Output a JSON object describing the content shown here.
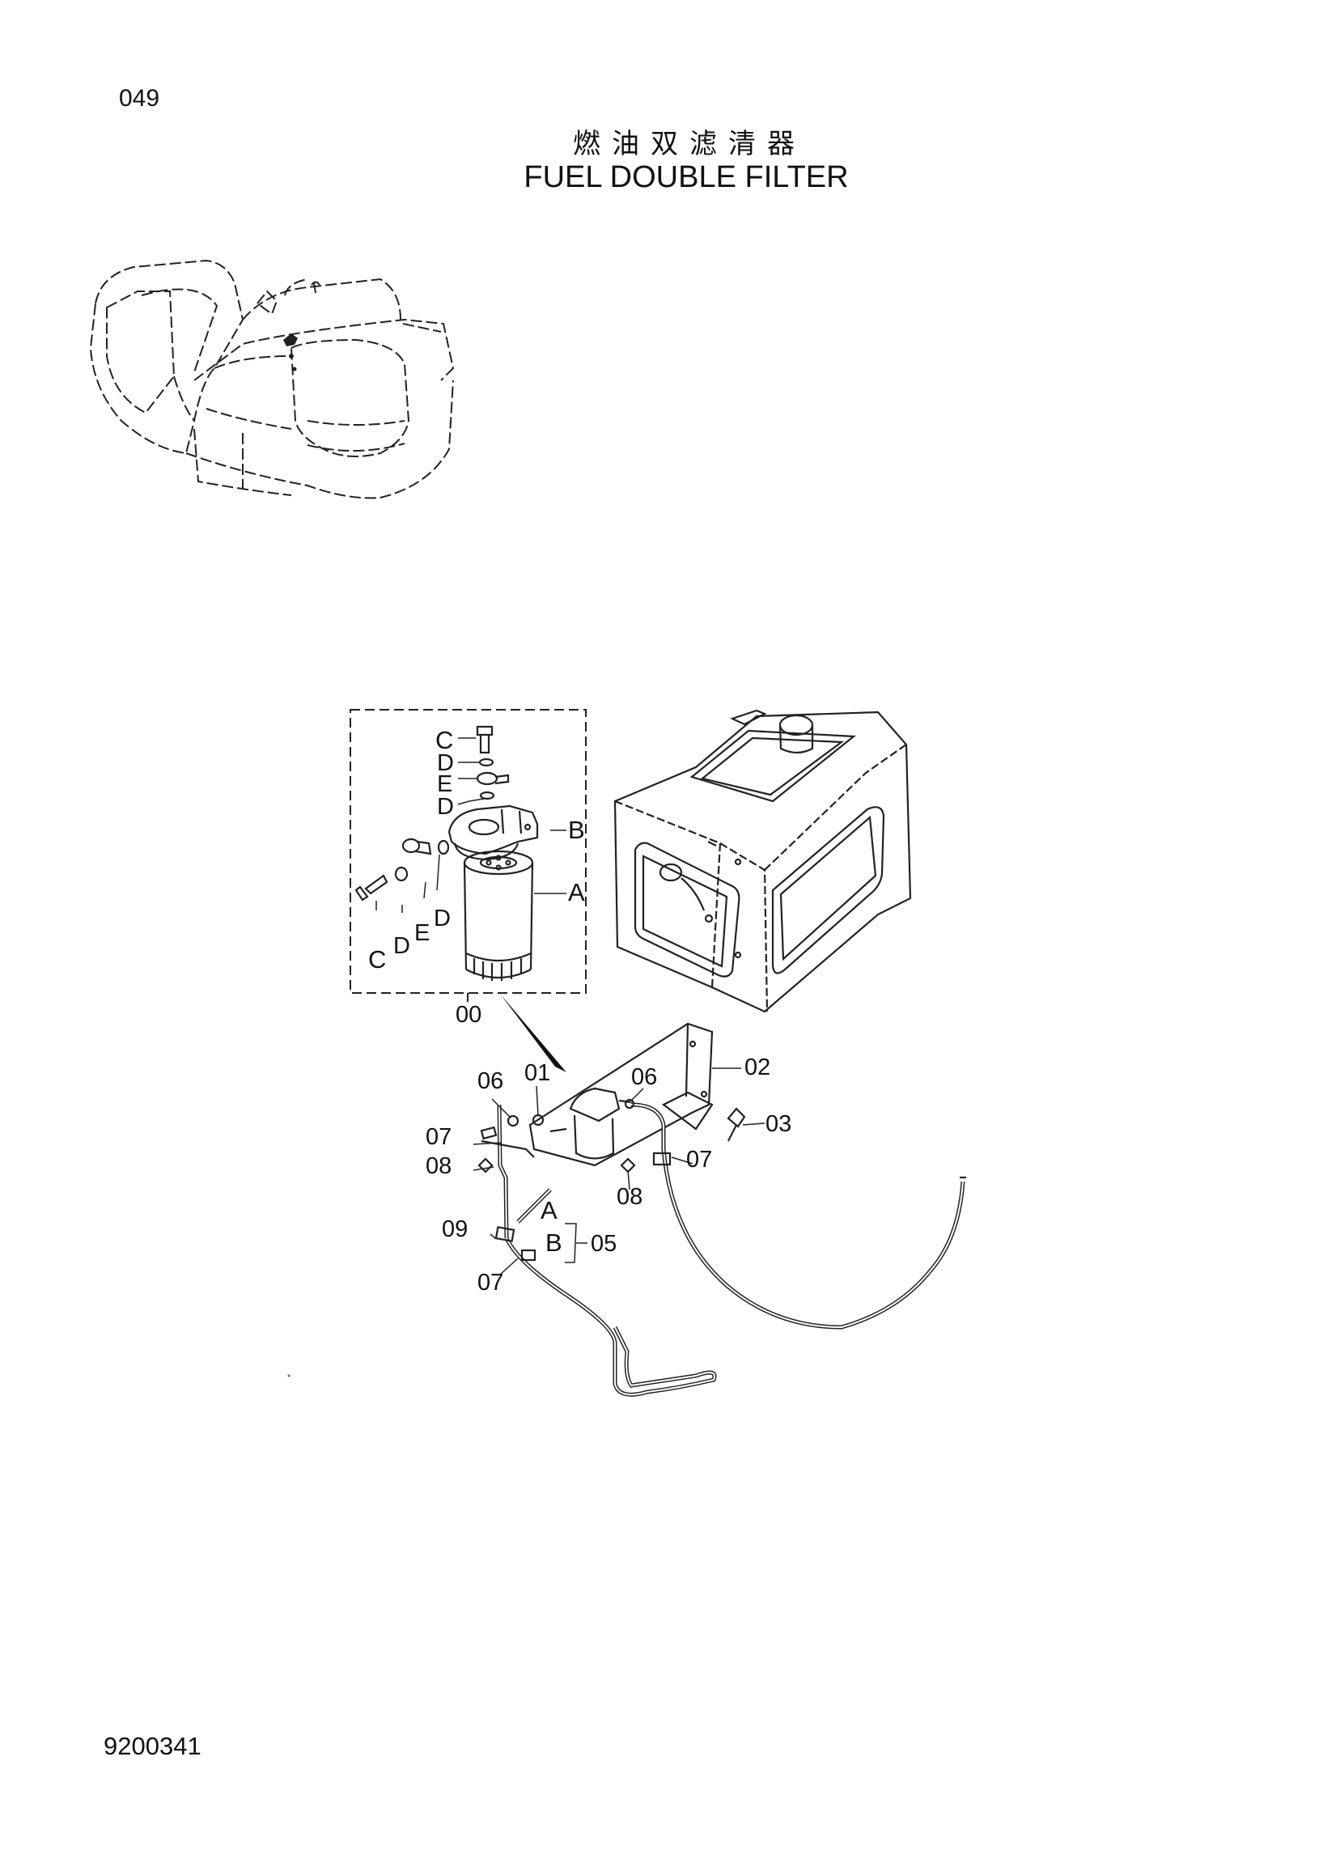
{
  "header": {
    "page_number": "049",
    "title_cn": "燃油双滤清器",
    "title_en": "FUEL DOUBLE FILTER"
  },
  "footer": {
    "document_number": "9200341"
  },
  "callouts": {
    "detail": {
      "c_top": "C",
      "d1": "D",
      "e_top": "E",
      "d2": "D",
      "b": "B",
      "a": "A",
      "c_bottom": "C",
      "d3": "D",
      "e_bottom": "E",
      "d4": "D",
      "assembly": "00"
    },
    "main": {
      "p01": "01",
      "p02": "02",
      "p03": "03",
      "p05": "05",
      "p06_left": "06",
      "p06_right": "06",
      "p07_left": "07",
      "p07_right": "07",
      "p07_bottom": "07",
      "p08_left": "08",
      "p08_right": "08",
      "p09": "09",
      "hose_a": "A",
      "hose_b": "B"
    }
  }
}
